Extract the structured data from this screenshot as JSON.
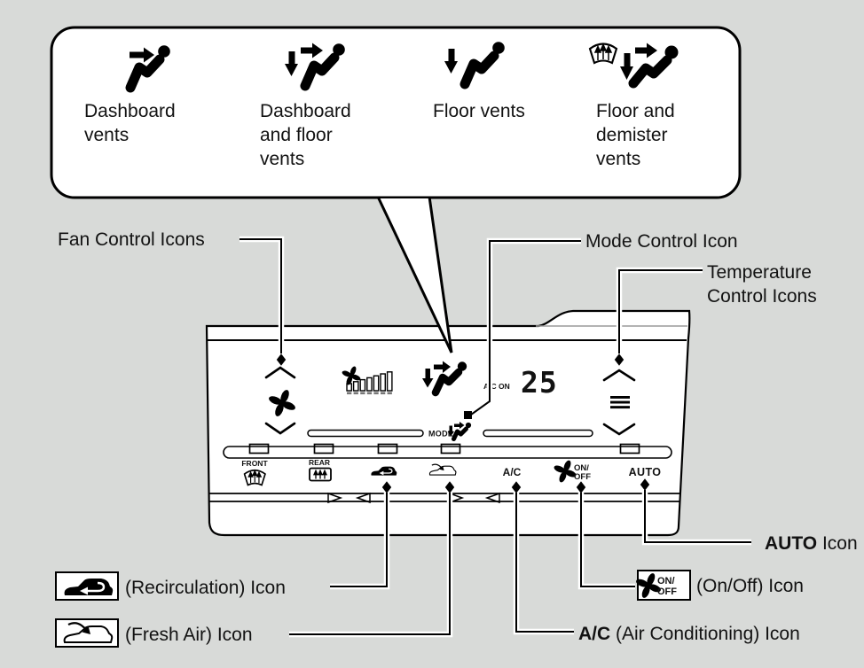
{
  "colors": {
    "background": "#d8dad8",
    "ink": "#000000",
    "panel_fill": "#ffffff",
    "inner_edge_gray": "#9a9a9a",
    "indicator_fill": "#c9c9c9"
  },
  "vent_bubble": {
    "items": [
      {
        "icon": "dashboard-vents-icon",
        "lines": [
          "Dashboard",
          "vents",
          ""
        ]
      },
      {
        "icon": "dashboard-and-floor-vents-icon",
        "lines": [
          "Dashboard",
          "and floor",
          "vents"
        ]
      },
      {
        "icon": "floor-vents-icon",
        "lines": [
          "Floor vents",
          "",
          ""
        ]
      },
      {
        "icon": "floor-and-demister-vents-icon",
        "lines": [
          "Floor and",
          "demister",
          "vents"
        ]
      }
    ]
  },
  "callouts": {
    "fan": "Fan Control Icons",
    "mode": "Mode Control Icon",
    "temperature": [
      "Temperature",
      "Control Icons"
    ],
    "auto": {
      "bold": "AUTO",
      "rest": " Icon"
    },
    "recirculation": "(Recirculation) Icon",
    "fresh_air": "(Fresh Air) Icon",
    "on_off": "(On/Off) Icon",
    "ac": {
      "bold": "A/C",
      "rest": " (Air Conditioning) Icon"
    }
  },
  "panel": {
    "display": {
      "ac_on": "A/C ON",
      "temperature": "25",
      "fan_speed_level": 7
    },
    "mode_label": "MODE",
    "buttons": {
      "front": "FRONT",
      "rear": "REAR",
      "ac": "A/C",
      "fan_on": "ON/",
      "fan_off": "OFF",
      "auto": "AUTO"
    },
    "icons": [
      "fan-up-icon",
      "fan-down-icon",
      "fan-icon",
      "fan-speed-gauge",
      "mode-person-icon",
      "temp-up-icon",
      "temp-down-icon",
      "temp-level-icon",
      "front-defrost-icon",
      "rear-defrost-icon",
      "recirculation-icon",
      "fresh-air-icon"
    ]
  }
}
